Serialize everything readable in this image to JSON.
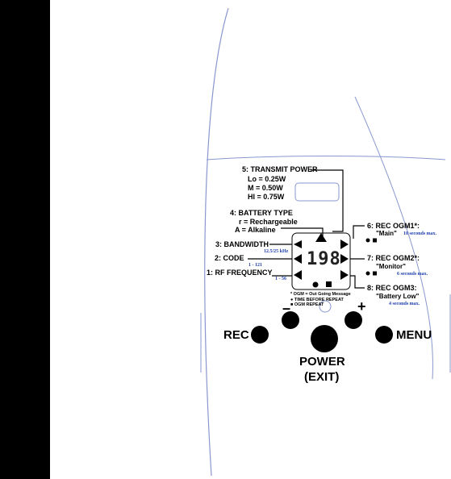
{
  "colors": {
    "sidebar": "#000000",
    "outline": "#7d8bc6",
    "accent_blue": "#1f3fae"
  },
  "labels": {
    "transmit_power": "5: TRANSMIT POWER",
    "lo": "Lo = 0.25W",
    "m": "M = 0.50W",
    "hi": "HI = 0.75W",
    "battery_type": "4: BATTERY TYPE",
    "rechargeable": "r = Rechargeable",
    "alkaline": "A = Alkaline",
    "bandwidth": "3: BANDWIDTH",
    "bandwidth_range": "12.5/25 kHz",
    "code": "2: CODE",
    "code_range": "1 - 121",
    "rf_frequency": "1: RF FREQUENCY",
    "rf_range": "1 - 56",
    "rec_ogm1": "6: REC OGM1*:",
    "ogm1_name": "\"Main\"",
    "ogm1_time": "10 seconds max.",
    "rec_ogm2": "7: REC OGM2*:",
    "ogm2_name": "\"Monitor\"",
    "ogm2_time": "6 seconds max.",
    "rec_ogm3": "8: REC OGM3:",
    "ogm3_name": "\"Battery Low\"",
    "ogm3_time": "4 seconds max.",
    "display_value": "198"
  },
  "notes": [
    "* OGM = Out Going Message",
    "● TIME BEFORE REPEAT",
    "■ OGM REPEAT"
  ],
  "buttons": {
    "rec": "REC",
    "minus": "–",
    "plus": "+",
    "menu": "MENU",
    "power": "POWER",
    "exit": "(EXIT)"
  }
}
